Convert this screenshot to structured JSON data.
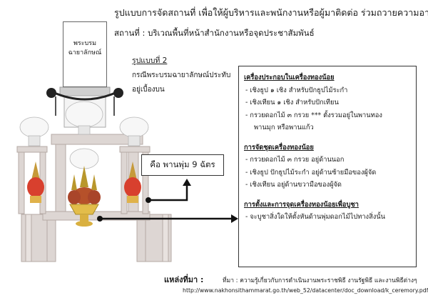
{
  "title": "รูปแบบการจัดสถานที่ เพื่อให้ผู้บริหารและพนักงานหรือผู้มาติดต่อ ร่วมถวายความอาลัย",
  "location": "สถานที่ : บริเวณพื้นที่หน้าสำนักงานหรือจุดประชาสัมพันธ์",
  "portrait_label_line1": "พระบรม",
  "portrait_label_line2": "ฉายาลักษณ์",
  "style_label": "รูปแบบที่ 2",
  "style_desc": "กรณีพระบรมฉายาลักษณ์ประทับอยู่เบื้องบน",
  "callout": "คือ พานพุ่ม 9 ฉัตร",
  "sections": [
    {
      "title": "เครื่องประกอบในเครื่องทองน้อย",
      "items": [
        [
          "- เชิงธูป ๑ เชิง สำหรับปักธูปไม้ระกำ"
        ],
        [
          "- เชิงเทียน ๑ เชิง สำหรับปักเทียน"
        ],
        [
          "- กรวยดอกไม้ ๓ กรวย *** ตั้งรวมอยู่ในพานทอง",
          "พานมุก หรือพานแก้ว"
        ]
      ]
    },
    {
      "title": "การจัดชุดเครื่องทองน้อย",
      "items": [
        [
          "- กรวยดอกไม้ ๓ กรวย อยู่ด้านนอก"
        ],
        [
          "- เชิงธูป ปักธูปไม้ระกำ อยู่ด้านซ้ายมือของผู้จัด"
        ],
        [
          "- เชิงเทียน อยู่ด้านขวามือของผู้จัด"
        ]
      ]
    },
    {
      "title": "การตั้งและการจุดเครื่องทองน้อยเพื่อบูชา",
      "items": [
        [
          "- จะบูชาสิ่งใดให้ตั้งหันด้านพุ่มดอกไม้ไปทางสิ่งนั้น"
        ]
      ]
    }
  ],
  "source_label": "แหล่งที่มา :",
  "source_text": "ที่มา : ความรู้เกี่ยวกับการดำเนินงานพระราชพิธี งานรัฐพิธี และงานพิธีต่างๆ",
  "source_url": "http://www.nakhonsithammarat.go.th/web_52/datacenter/doc_download/k_ceremory.pdf"
}
